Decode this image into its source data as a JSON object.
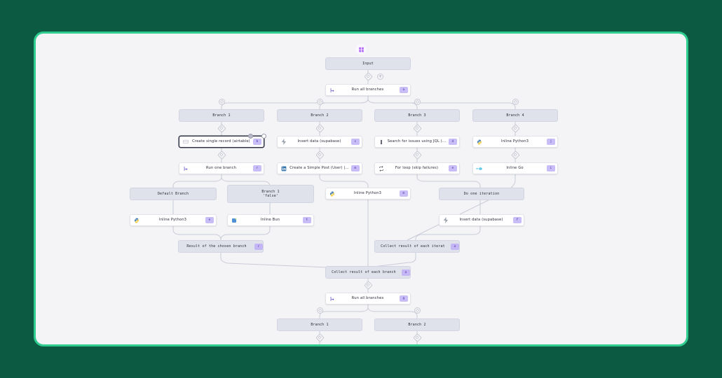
{
  "theme": {
    "page_bg": "#0c5a42",
    "frame_border": "#2ecc8e",
    "canvas_bg": "#f4f4f6",
    "flat_node_bg": "#dfe1eb",
    "module_node_bg": "#ffffff",
    "badge_bg": "#c9bdf7",
    "badge_fg": "#4c2fa5",
    "selected_border": "#2f3345"
  },
  "app": {
    "glyph": "flow-icon"
  },
  "nodes": {
    "input": {
      "label": "Input"
    },
    "run_all_branches_1": {
      "label": "Run all branches",
      "badge": "a",
      "icon": "branch-all-icon"
    },
    "branch_1_top": {
      "label": "Branch 1"
    },
    "branch_2_top": {
      "label": "Branch 2"
    },
    "branch_3_top": {
      "label": "Branch 3"
    },
    "branch_4_top": {
      "label": "Branch 4"
    },
    "create_single_record": {
      "label": "Create single record (airtable)",
      "badge": "b",
      "icon": "airtable-icon"
    },
    "insert_data_supabase_1": {
      "label": "Insert data (supabase)",
      "badge": "c",
      "icon": "supabase-icon"
    },
    "search_issues_jql": {
      "label": "Search for issues using JQL (...",
      "badge": "d",
      "icon": "jira-icon"
    },
    "inline_python3_1": {
      "label": "Inline Python3",
      "badge": "j",
      "icon": "python-icon"
    },
    "run_one_branch": {
      "label": "Run one branch",
      "badge": "r",
      "icon": "branch-one-icon"
    },
    "create_simple_post": {
      "label": "Create a Simple Post (User) |...",
      "badge": "m",
      "icon": "linkedin-icon"
    },
    "for_loop": {
      "label": "For loop (skip failures)",
      "badge": "e",
      "icon": "loop-icon"
    },
    "inline_go": {
      "label": "Inline Go",
      "badge": "i",
      "icon": "go-icon"
    },
    "default_branch": {
      "label": "Default Branch"
    },
    "branch_1_false": {
      "label": "Branch 1\n'false'"
    },
    "inline_python3_2": {
      "label": "Inline Python3",
      "badge": "m",
      "icon": "python-icon"
    },
    "do_one_iteration": {
      "label": "Do one iteration"
    },
    "inline_python3_3": {
      "label": "Inline Python3",
      "badge": "e",
      "icon": "python-icon"
    },
    "inline_bun": {
      "label": "Inline Bun",
      "badge": "t",
      "icon": "bun-icon"
    },
    "insert_data_supabase_2": {
      "label": "Insert data (supabase)",
      "badge": "f",
      "icon": "supabase-icon"
    },
    "result_chosen_branch": {
      "label": "Result of the chosen branch",
      "badge": "r"
    },
    "collect_each_iteration": {
      "label": "Collect result of each iterat",
      "badge": "a"
    },
    "collect_each_branch": {
      "label": "Collect result of each branch",
      "badge": "a"
    },
    "run_all_branches_2": {
      "label": "Run all branches",
      "badge": "g",
      "icon": "branch-all-icon"
    },
    "branch_1_bottom": {
      "label": "Branch 1"
    },
    "branch_2_bottom": {
      "label": "Branch 2"
    }
  },
  "connectors": {
    "node_glyph": "◇",
    "add_glyph": "+"
  }
}
